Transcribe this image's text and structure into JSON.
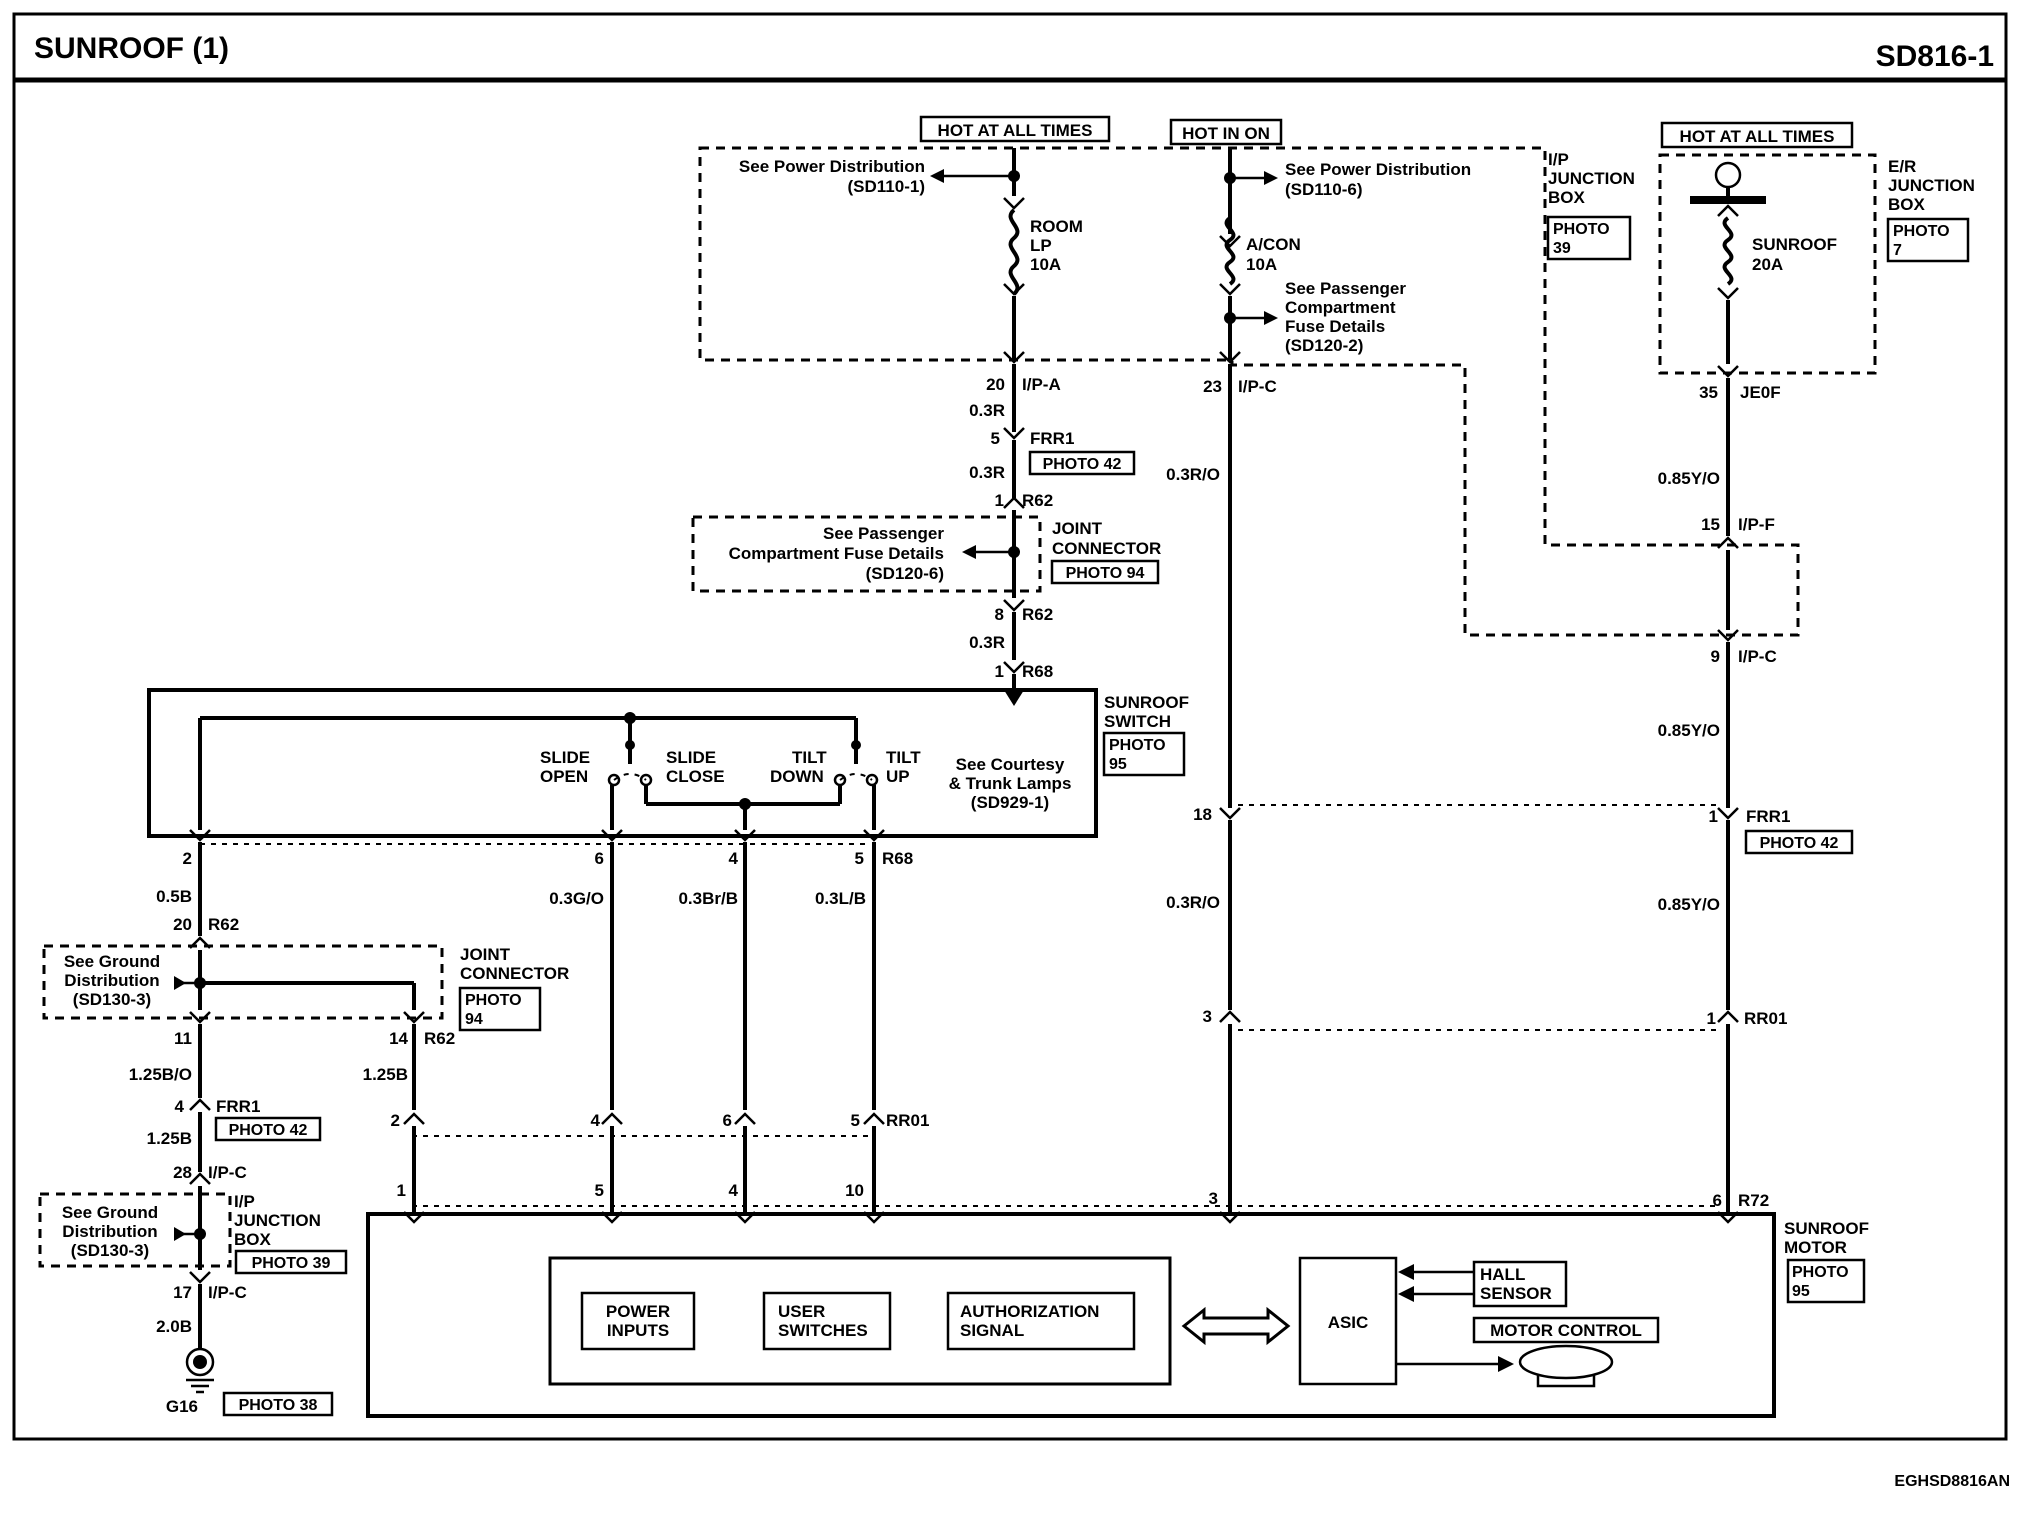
{
  "header": {
    "title": "SUNROOF (1)",
    "code": "SD816-1"
  },
  "footer": {
    "code": "EGHSD8816AN"
  },
  "power": {
    "hot_at_all_times": "HOT AT ALL TIMES",
    "hot_in_on": "HOT IN ON",
    "hot_at_all_times_2": "HOT AT ALL TIMES"
  },
  "refs": {
    "power_dist_1": [
      "See Power Distribution",
      "(SD110-1)"
    ],
    "power_dist_6": [
      "See Power Distribution",
      "(SD110-6)"
    ],
    "pass_fuse_2": [
      "See Passenger",
      "Compartment",
      "Fuse Details",
      "(SD120-2)"
    ],
    "pass_fuse_6": [
      "See Passenger",
      "Compartment Fuse Details",
      "(SD120-6)"
    ],
    "courtesy": [
      "See Courtesy",
      "& Trunk Lamps",
      "(SD929-1)"
    ],
    "ground_1": [
      "See Ground",
      "Distribution",
      "(SD130-3)"
    ],
    "ground_2": [
      "See Ground",
      "Distribution",
      "(SD130-3)"
    ]
  },
  "fuses": {
    "room_lp": [
      "ROOM",
      "LP",
      "10A"
    ],
    "acon": [
      "A/CON",
      "10A"
    ],
    "sunroof": [
      "SUNROOF",
      "20A"
    ]
  },
  "components": {
    "ip_jbox": [
      "I/P",
      "JUNCTION",
      "BOX"
    ],
    "er_jbox": [
      "E/R",
      "JUNCTION",
      "BOX"
    ],
    "joint_connector": [
      "JOINT",
      "CONNECTOR"
    ],
    "sunroof_switch": [
      "SUNROOF",
      "SWITCH"
    ],
    "sunroof_motor": [
      "SUNROOF",
      "MOTOR"
    ],
    "ip_jbox_lower": [
      "I/P",
      "JUNCTION",
      "BOX"
    ],
    "ground": "G16"
  },
  "photos": {
    "p39": [
      "PHOTO",
      "39"
    ],
    "p7": [
      "PHOTO",
      "7"
    ],
    "p42a": "PHOTO 42",
    "p94a": "PHOTO 94",
    "p95a": [
      "PHOTO",
      "95"
    ],
    "p42b": "PHOTO 42",
    "p94b": [
      "PHOTO",
      "94"
    ],
    "p42c": "PHOTO 42",
    "p39b": "PHOTO 39",
    "p95b": [
      "PHOTO",
      "95"
    ],
    "p38": "PHOTO 38"
  },
  "switch_labels": {
    "slide_open": [
      "SLIDE",
      "OPEN"
    ],
    "slide_close": [
      "SLIDE",
      "CLOSE"
    ],
    "tilt_down": [
      "TILT",
      "DOWN"
    ],
    "tilt_up": [
      "TILT",
      "UP"
    ]
  },
  "motor_blocks": {
    "power_inputs": [
      "POWER",
      "INPUTS"
    ],
    "user_switches": [
      "USER",
      "SWITCHES"
    ],
    "authorization": [
      "AUTHORIZATION",
      "SIGNAL"
    ],
    "asic": "ASIC",
    "hall_sensor": [
      "HALL",
      "SENSOR"
    ],
    "motor_control": "MOTOR CONTROL"
  },
  "labels": {
    "c20_ipa": "20",
    "ipa": "I/P-A",
    "w_03r_a": "0.3R",
    "c5_frr1": "5",
    "frr1_a": "FRR1",
    "w_03r_b": "0.3R",
    "c1_r62": "1",
    "r62_a": "R62",
    "c8_r62": "8",
    "r62_b": "R62",
    "w_03r_c": "0.3R",
    "c1_r68": "1",
    "r68_a": "R68",
    "c23_ipc": "23",
    "ipc_a": "I/P-C",
    "w_03ro_a": "0.3R/O",
    "c18": "18",
    "w_03ro_b": "0.3R/O",
    "c3_rr": "3",
    "c3_r72": "3",
    "c35_je0f": "35",
    "je0f": "JE0F",
    "w_085yo_a": "0.85Y/O",
    "c15_ipf": "15",
    "ipf": "I/P-F",
    "c9_ipc": "9",
    "ipc_b": "I/P-C",
    "w_085yo_b": "0.85Y/O",
    "c1_frr1": "1",
    "frr1_b": "FRR1",
    "w_085yo_c": "0.85Y/O",
    "c1_rr01": "1",
    "rr01_a": "RR01",
    "c6_r72": "6",
    "r72": "R72",
    "sw_2": "2",
    "sw_6": "6",
    "sw_4": "4",
    "sw_5": "5",
    "r68_b": "R68",
    "w_05b": "0.5B",
    "w_03go": "0.3G/O",
    "w_03brb": "0.3Br/B",
    "w_03lb": "0.3L/B",
    "c20_r62": "20",
    "r62_c": "R62",
    "c11": "11",
    "c14_r62": "14",
    "r62_d": "R62",
    "w_125bo": "1.25B/O",
    "w_125b_a": "1.25B",
    "c4_frr1": "4",
    "frr1_c": "FRR1",
    "w_125b_b": "1.25B",
    "c28_ipc": "28",
    "ipc_c": "I/P-C",
    "c2_rr": "2",
    "c4_rr": "4",
    "c6_rr": "6",
    "c5_rr": "5",
    "rr01_b": "RR01",
    "m1": "1",
    "m5": "5",
    "m4": "4",
    "m10": "10",
    "c17_ipc": "17",
    "ipc_d": "I/P-C",
    "w_20b": "2.0B"
  }
}
